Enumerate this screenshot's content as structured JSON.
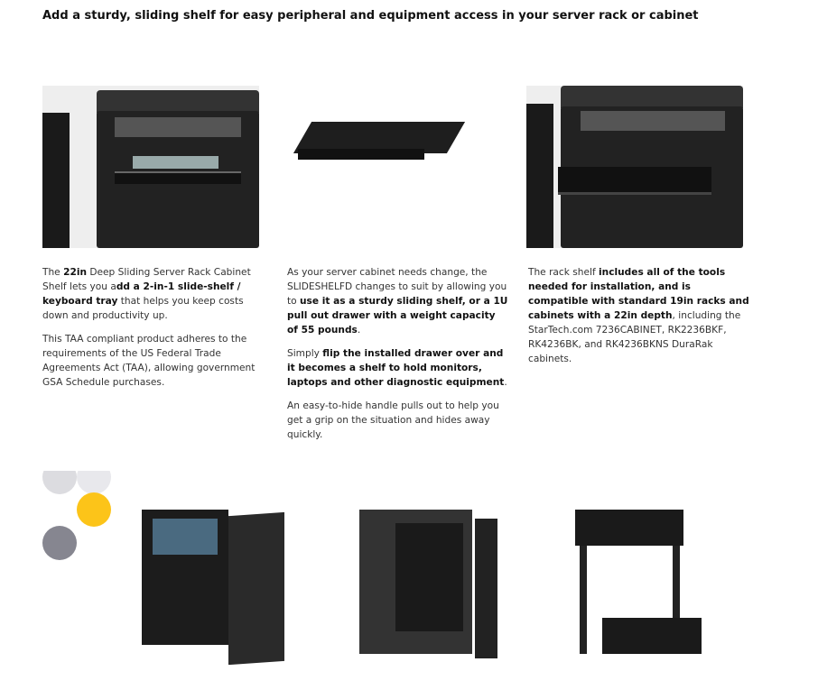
{
  "title": "Add a sturdy, sliding shelf for easy peripheral and equipment access in your server rack or cabinet",
  "columns": [
    {
      "paragraphs": [
        [
          {
            "t": "The "
          },
          {
            "t": "22in",
            "b": true
          },
          {
            "t": " Deep Sliding Server Rack Cabinet Shelf lets you a"
          },
          {
            "t": "dd a 2-in-1 slide-shelf / keyboard tray",
            "b": true
          },
          {
            "t": " that helps you keep costs down and productivity up."
          }
        ],
        [
          {
            "t": "This TAA compliant product adheres to the requirements of the US Federal Trade Agreements Act (TAA), allowing government GSA Schedule purchases."
          }
        ]
      ]
    },
    {
      "paragraphs": [
        [
          {
            "t": "As your server cabinet needs change, the SLIDESHELFD changes to suit by allowing you to "
          },
          {
            "t": "use it as a sturdy sliding shelf, or a 1U pull out drawer with a weight capacity of 55 pounds",
            "b": true
          },
          {
            "t": "."
          }
        ],
        [
          {
            "t": "Simply "
          },
          {
            "t": "flip the installed drawer over and it becomes a shelf to hold monitors, laptops and other diagnostic equipment",
            "b": true
          },
          {
            "t": "."
          }
        ],
        [
          {
            "t": "An easy-to-hide handle pulls out to help you get a grip on the situation and hides away quickly."
          }
        ]
      ]
    },
    {
      "paragraphs": [
        [
          {
            "t": "The rack shelf "
          },
          {
            "t": "includes all of the tools needed for installation, and is compatible with standard 19in racks and cabinets with a 22in depth",
            "b": true
          },
          {
            "t": ", including the StarTech.com 7236CABINET, RK2236BKF, RK4236BK, and RK4236BKNS DuraRak cabinets."
          }
        ]
      ]
    }
  ],
  "colors": {
    "yellow": "#fcc419",
    "gray": "#868690",
    "light": "#dcdce0"
  }
}
